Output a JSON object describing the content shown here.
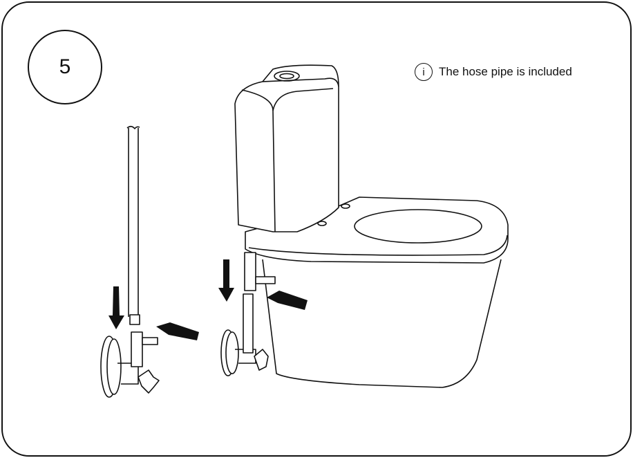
{
  "step": {
    "number": "5"
  },
  "note": {
    "icon": "info-icon",
    "icon_glyph": "i",
    "text": "The hose pipe is included"
  }
}
